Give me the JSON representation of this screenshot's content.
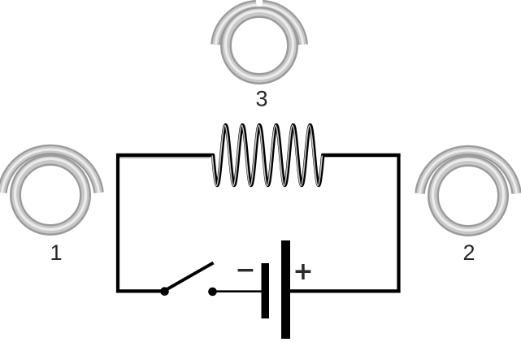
{
  "figure": {
    "type": "physics-circuit-diagram",
    "loops": [
      {
        "label": "1",
        "position": "left"
      },
      {
        "label": "2",
        "position": "right"
      },
      {
        "label": "3",
        "position": "top"
      }
    ],
    "battery": {
      "negative_label": "−",
      "positive_label": "+"
    },
    "colors": {
      "background": "#ffffff",
      "wire": "#000000",
      "coil_highlight": "#c2c2c2",
      "loop_tube_edge": "#9a9a9a",
      "loop_tube_mid": "#c8c8c8",
      "loop_tube_core": "#ececec",
      "label_text": "#262626"
    }
  }
}
